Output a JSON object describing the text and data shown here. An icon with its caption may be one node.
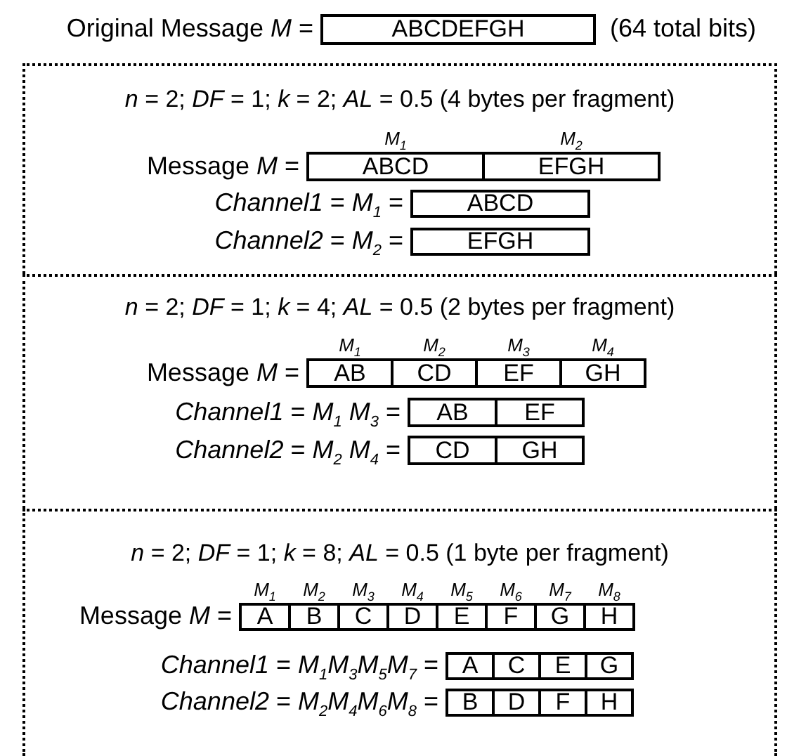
{
  "diagram": {
    "nodes": [
      {
        "text": [
          "ABCDEFGH"
        ]
      },
      {
        "text": [
          "*n* = 2; *DF* = 1; *k* = 2; *AL* = 0.5 (4 bytes per fragment)"
        ]
      },
      {
        "text": [
          "ABCD"
        ],
        "in": 1
      },
      {
        "text": [
          "EFGH"
        ],
        "in": 1
      },
      {
        "text": [
          "ABCD"
        ],
        "in": 1
      },
      {
        "text": [
          "EFGH"
        ],
        "in": 1
      },
      {
        "text": [
          "*n* = 2; *DF* = 1; *k* = 4; *AL* = 0.5 (2 bytes per fragment)"
        ]
      },
      {
        "text": [
          "AB"
        ],
        "in": 6
      },
      {
        "text": [
          "CD"
        ],
        "in": 6
      },
      {
        "text": [
          "EF"
        ],
        "in": 6
      },
      {
        "text": [
          "GH"
        ],
        "in": 6
      },
      {
        "text": [
          "AB"
        ],
        "in": 6
      },
      {
        "text": [
          "EF"
        ],
        "in": 6
      },
      {
        "text": [
          "CD"
        ],
        "in": 6
      },
      {
        "text": [
          "GH"
        ],
        "in": 6
      },
      {
        "text": [
          "*n* = 2; *DF* = 1; *k* = 8; *AL* = 0.5 (1 byte per fragment)"
        ]
      },
      {
        "text": [
          "A"
        ],
        "in": 15
      },
      {
        "text": [
          "B"
        ],
        "in": 15
      },
      {
        "text": [
          "C"
        ],
        "in": 15
      },
      {
        "text": [
          "D"
        ],
        "in": 15
      },
      {
        "text": [
          "E"
        ],
        "in": 15
      },
      {
        "text": [
          "F"
        ],
        "in": 15
      },
      {
        "text": [
          "G"
        ],
        "in": 15
      },
      {
        "text": [
          "H"
        ],
        "in": 15
      },
      {
        "text": [
          "A"
        ],
        "in": 15
      },
      {
        "text": [
          "C"
        ],
        "in": 15
      },
      {
        "text": [
          "E"
        ],
        "in": 15
      },
      {
        "text": [
          "G"
        ],
        "in": 15
      },
      {
        "text": [
          "B"
        ],
        "in": 15
      },
      {
        "text": [
          "D"
        ],
        "in": 15
      },
      {
        "text": [
          "F"
        ],
        "in": 15
      },
      {
        "text": [
          "H"
        ],
        "in": 15
      }
    ],
    "labels": [
      "Original Message *M* =",
      "(64 total bits)",
      "M$_{1}$",
      "M$_{2}$",
      "Message *M* =",
      "*Channel1* = *M*$_{1}$ =",
      "*Channel2* = *M*$_{2}$ =",
      "M$_{1}$",
      "M$_{2}$",
      "M$_{3}$",
      "M$_{4}$",
      "Message *M* =",
      "*Channel1* = *M*$_{1}$ *M*$_{3}$ =",
      "*Channel2* = *M*$_{2}$ *M*$_{4}$ =",
      "M$_{1}$",
      "M$_{2}$",
      "M$_{3}$",
      "M$_{4}$",
      "M$_{5}$",
      "M$_{6}$",
      "M$_{7}$",
      "M$_{8}$",
      "Message *M* =",
      "*Channel1* = *M*$_{1}$*M*$_{3}$*M*$_{5}$*M*$_{7}$ =",
      "*Channel2* = *M*$_{2}$*M*$_{4}$*M*$_{6}$*M*$_{8}$ ="
    ]
  }
}
